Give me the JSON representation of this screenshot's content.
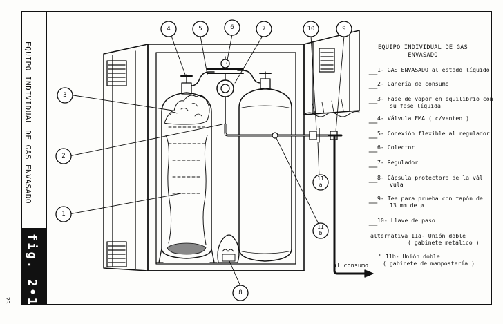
{
  "sidebar_title": "EQUIPO INDIVIDUAL DE GAS ENVASADO",
  "figure_label": "fig. 2•1",
  "page_number": "23",
  "legend": {
    "title_line1": "EQUIPO INDIVIDUAL DE GAS",
    "title_line2": "ENVASADO",
    "items": [
      {
        "num": "1-",
        "text": "GAS ENVASADO al estado líquido"
      },
      {
        "num": "2-",
        "text": "Cañería de consumo"
      },
      {
        "num": "3-",
        "text": "Fase de vapor en equilibrio con",
        "text2": "su fase líquida"
      },
      {
        "num": "4-",
        "text": "Válvula FMA ( c/venteo )"
      },
      {
        "num": "5-",
        "text": "Conexión flexible al regulador"
      },
      {
        "num": "6-",
        "text": "Colector"
      },
      {
        "num": "7-",
        "text": "Regulador"
      },
      {
        "num": "8-",
        "text": "Cápsula protectora de la vál",
        "text2": "vula"
      },
      {
        "num": "9-",
        "text": "Tee para prueba con tapón de",
        "text2": "13 mm de ø"
      },
      {
        "num": "10-",
        "text": "Llave de paso"
      }
    ],
    "alt_line": "alternativa 11a- Unión doble",
    "alt_line2": "( gabinete metálico )",
    "alt_b_line": "\"         11b- Unión doble",
    "alt_b_line2": "( gabinete de mampostería )"
  },
  "consumo_label": "al consumo",
  "callouts": {
    "c1": "1",
    "c2": "2",
    "c3": "3",
    "c4": "4",
    "c5": "5",
    "c6": "6",
    "c7": "7",
    "c8": "8",
    "c9": "9",
    "c10": "10",
    "c11a_top": "11",
    "c11a_bot": "a",
    "c11b_top": "11",
    "c11b_bot": "b"
  }
}
